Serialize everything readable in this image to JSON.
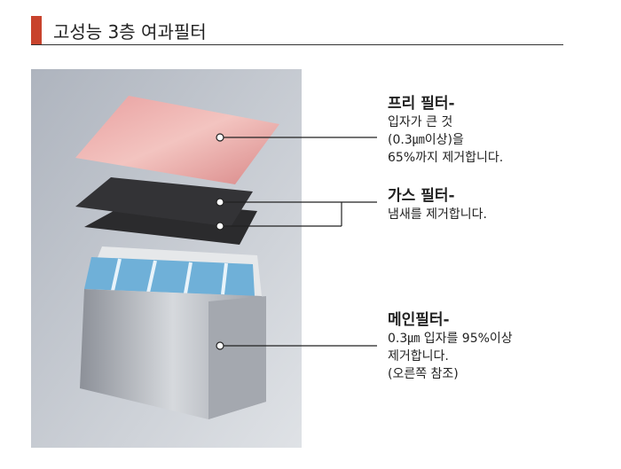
{
  "header": {
    "title": "고성능 3층 여과필터"
  },
  "labels": {
    "pre": {
      "title": "프리 필터-",
      "lines": [
        "입자가 큰 것",
        "(0.3㎛이상)을",
        "65%까지 제거합니다."
      ]
    },
    "gas": {
      "title": "가스 필터-",
      "lines": [
        "냄새를 제거합니다."
      ]
    },
    "main": {
      "title": "메인필터-",
      "lines": [
        "0.3㎛ 입자를 95%이상",
        "제거합니다.",
        "(오른쪽 참조)"
      ]
    }
  },
  "colors": {
    "accent": "#c8432d"
  }
}
